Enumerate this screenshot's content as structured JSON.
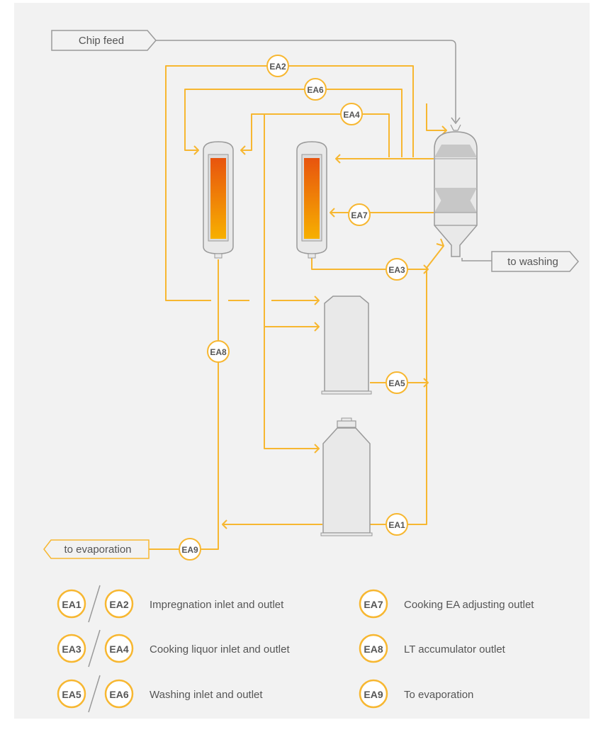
{
  "colors": {
    "background": "#f2f2f2",
    "pipe": "#f7b731",
    "badge_ring": "#f7b731",
    "vessel_fill": "#e9e9e9",
    "vessel_stroke": "#999999",
    "outline": "#9a9a9a",
    "text": "#555555",
    "heat_top": "#e8540e",
    "heat_bottom": "#f7b000"
  },
  "flow_labels": {
    "chip_feed": "Chip feed",
    "to_washing": "to washing",
    "to_evaporation": "to evaporation"
  },
  "points": {
    "ea1": "EA1",
    "ea2": "EA2",
    "ea3": "EA3",
    "ea4": "EA4",
    "ea5": "EA5",
    "ea6": "EA6",
    "ea7": "EA7",
    "ea8": "EA8",
    "ea9": "EA9"
  },
  "legend": {
    "pairs": [
      {
        "a": "EA1",
        "b": "EA2",
        "text": "Impregnation inlet and outlet"
      },
      {
        "a": "EA3",
        "b": "EA4",
        "text": "Cooking liquor inlet and outlet"
      },
      {
        "a": "EA5",
        "b": "EA6",
        "text": "Washing inlet and outlet"
      }
    ],
    "singles": [
      {
        "code": "EA7",
        "text": "Cooking EA adjusting outlet"
      },
      {
        "code": "EA8",
        "text": "LT accumulator outlet"
      },
      {
        "code": "EA9",
        "text": "To evaporation"
      }
    ]
  }
}
